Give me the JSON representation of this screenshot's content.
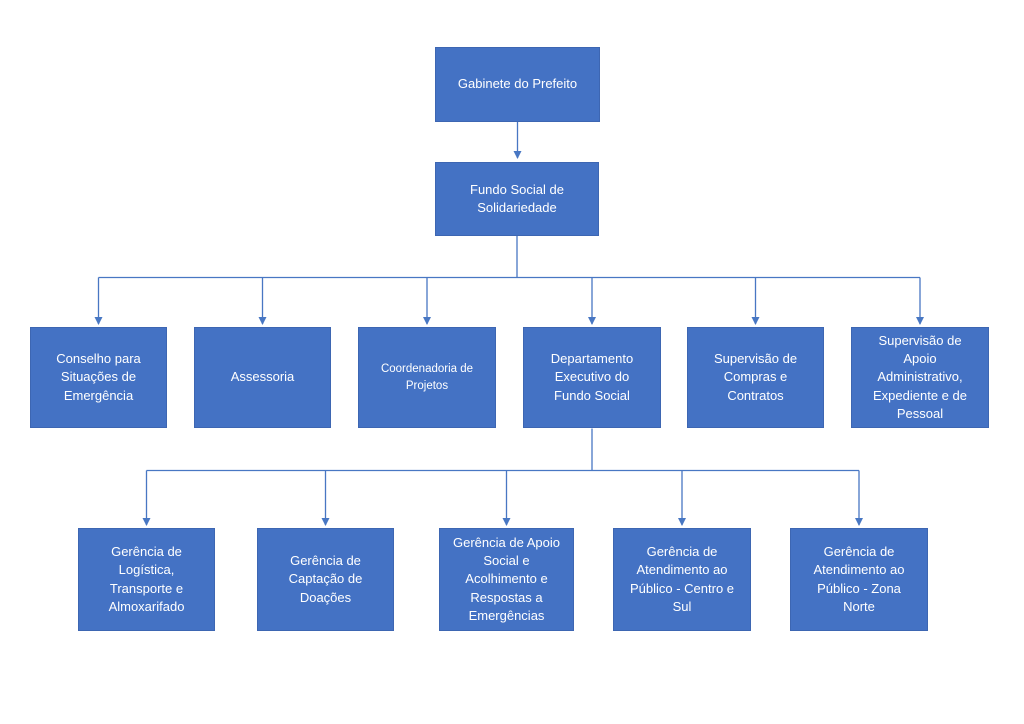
{
  "colors": {
    "box_fill": "#4472C4",
    "box_border": "#3D66B2",
    "connector": "#4877C3",
    "text_color": "#FFFFFF",
    "background": "#FFFFFF"
  },
  "org_chart": {
    "type": "organizational-chart",
    "nodes": {
      "gabinete": "Gabinete do Prefeito",
      "fundo": "Fundo Social de\nSolidariedade",
      "conselho": "Conselho para\nSituações de\nEmergência",
      "assessoria": "Assessoria",
      "coordenadoria": "Coordenadoria de\nProjetos",
      "departamento": "Departamento\nExecutivo do\nFundo Social",
      "sup_compras": "Supervisão de\nCompras e\nContratos",
      "sup_apoio": "Supervisão de\nApoio\nAdministrativo,\nExpediente e de\nPessoal",
      "ger_logistica": "Gerência de\nLogística,\nTransporte e\nAlmoxarifado",
      "ger_captacao": "Gerência de\nCaptação de\nDoações",
      "ger_apoio": "Gerência de Apoio\nSocial e\nAcolhimento e\nRespostas a\nEmergências",
      "ger_centro_sul": "Gerência de\nAtendimento ao\nPúblico - Centro e\nSul",
      "ger_zona_norte": "Gerência de\nAtendimento ao\nPúblico - Zona\nNorte"
    },
    "hierarchy": {
      "Gabinete do Prefeito": [
        "Fundo Social de Solidariedade"
      ],
      "Fundo Social de Solidariedade": [
        "Conselho para Situações de Emergência",
        "Assessoria",
        "Coordenadoria de Projetos",
        "Departamento Executivo do Fundo Social",
        "Supervisão de Compras e Contratos",
        "Supervisão de Apoio Administrativo, Expediente e de Pessoal"
      ],
      "Departamento Executivo do Fundo Social": [
        "Gerência de Logística, Transporte e Almoxarifado",
        "Gerência de Captação de Doações",
        "Gerência de Apoio Social e Acolhimento e Respostas a Emergências",
        "Gerência de Atendimento ao Público - Centro e Sul",
        "Gerência de Atendimento ao Público - Zona Norte"
      ]
    }
  }
}
